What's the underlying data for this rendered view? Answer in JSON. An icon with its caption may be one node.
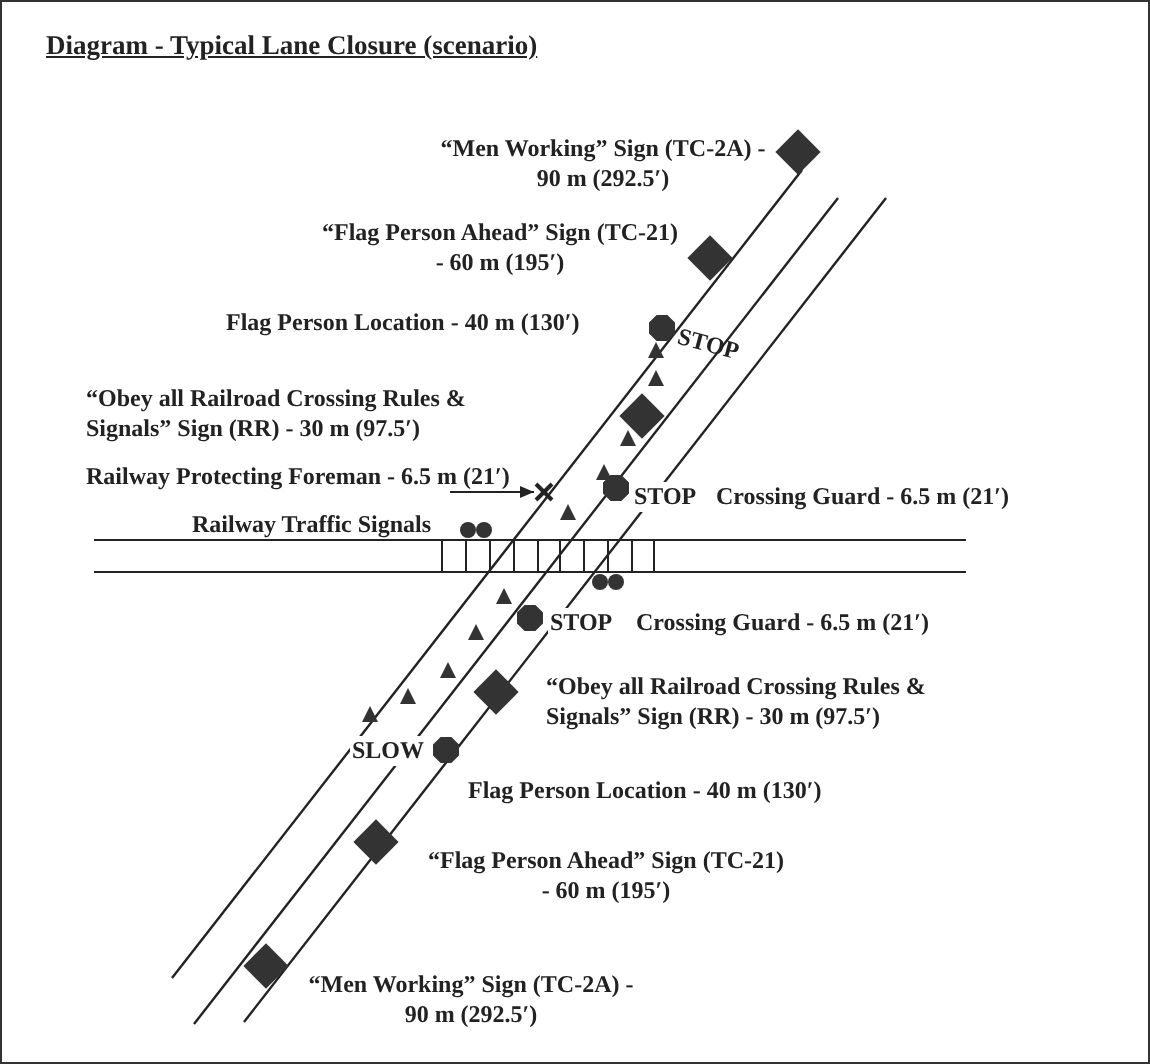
{
  "diagram": {
    "title": "Diagram - Typical Lane Closure (scenario)",
    "nodes": [
      {
        "text": [
          "Railway Protecting Foreman - 6.5 m (21′)"
        ]
      },
      {
        "text": [],
        "shape": "cross"
      }
    ],
    "edges": [
      {
        "from": 0,
        "to": 1,
        "arrow": "to"
      }
    ],
    "labels": [
      "“Men Working” Sign (TC-2A) - 90 m (292.5′)",
      "“Flag Person Ahead” Sign (TC-21) - 60 m (195′)",
      "Flag Person Location - 40 m (130′)",
      "STOP",
      "“Obey all Railroad Crossing Rules & Signals” Sign (RR) - 30 m (97.5′)",
      "STOP",
      "Crossing Guard - 6.5 m (21′)",
      "Railway Traffic Signals",
      "STOP",
      "Crossing Guard - 6.5 m (21′)",
      "“Obey all Railroad Crossing Rules & Signals” Sign (RR) - 30 m (97.5′)",
      "SLOW",
      "Flag Person Location - 40 m (130′)",
      "“Flag Person Ahead” Sign (TC-21) - 60 m (195′)",
      "“Men Working” Sign (TC-2A) - 90 m (292.5′)"
    ]
  }
}
